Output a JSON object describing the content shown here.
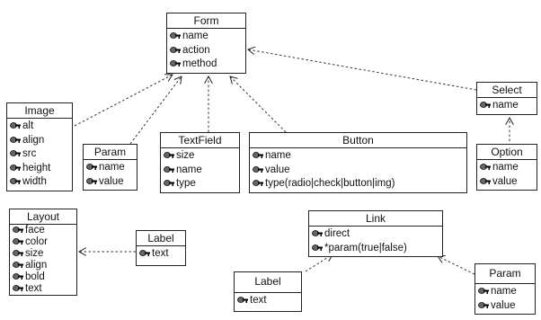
{
  "classes": {
    "form": {
      "name": "Form",
      "attrs": [
        "name",
        "action",
        "method"
      ]
    },
    "image": {
      "name": "Image",
      "attrs": [
        "alt",
        "align",
        "src",
        "height",
        "width"
      ]
    },
    "param_top": {
      "name": "Param",
      "attrs": [
        "name",
        "value"
      ]
    },
    "textfield": {
      "name": "TextField",
      "attrs": [
        "size",
        "name",
        "type"
      ]
    },
    "button": {
      "name": "Button",
      "attrs": [
        "name",
        "value",
        "type(radio|check|button|img)"
      ]
    },
    "select": {
      "name": "Select",
      "attrs": [
        "name"
      ]
    },
    "option": {
      "name": "Option",
      "attrs": [
        "name",
        "value"
      ]
    },
    "layout": {
      "name": "Layout",
      "attrs": [
        "face",
        "color",
        "size",
        "align",
        "bold",
        "text"
      ]
    },
    "label_top": {
      "name": "Label",
      "attrs": [
        "text"
      ]
    },
    "link": {
      "name": "Link",
      "attrs": [
        "direct",
        "*param(true|false)"
      ]
    },
    "label_bottom": {
      "name": "Label",
      "attrs": [
        "text"
      ]
    },
    "param_bottom": {
      "name": "Param",
      "attrs": [
        "name",
        "value"
      ]
    }
  },
  "icon": "attribute-key-icon"
}
